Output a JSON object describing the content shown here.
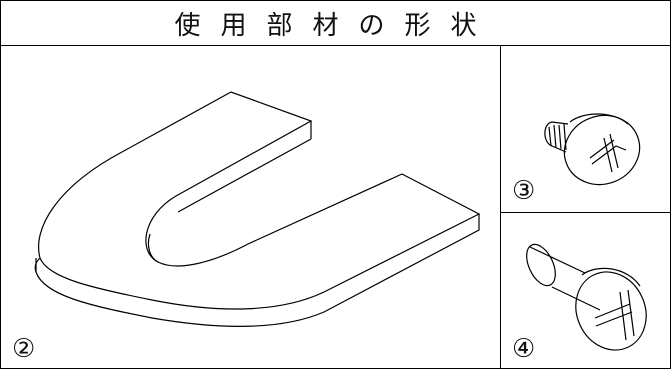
{
  "title": "使用部材の形状",
  "parts": [
    {
      "number": "②",
      "icon": "u-shaped-plate-icon"
    },
    {
      "number": "③",
      "icon": "short-round-head-screw-icon"
    },
    {
      "number": "④",
      "icon": "long-round-head-screw-icon"
    }
  ]
}
